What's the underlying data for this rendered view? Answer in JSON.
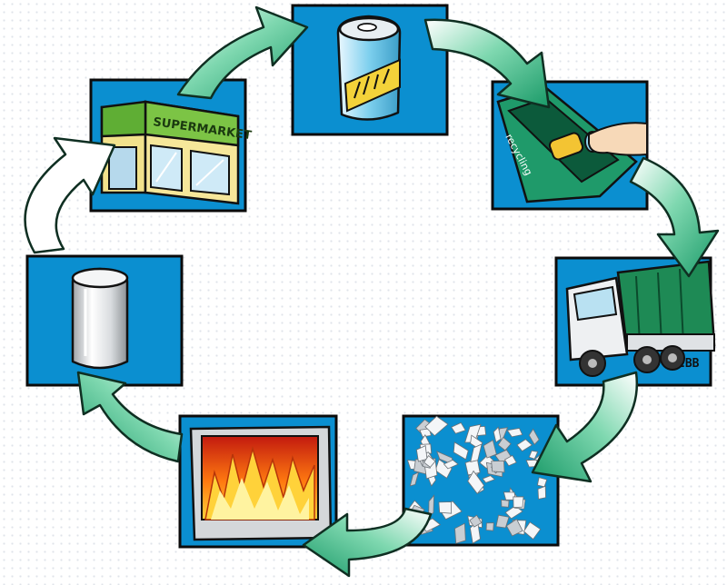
{
  "colors": {
    "panel_blue": "#0b8fd0",
    "arrow_green": "#2fb07a",
    "arrow_white": "#ffffff",
    "bin_green": "#1f9a6a",
    "truck_green": "#1e8a55"
  },
  "labels": {
    "supermarket_sign": "SUPERMARKET",
    "recycling_bin": "recycling",
    "truck_badge": "IBB"
  },
  "stages": [
    {
      "id": "supermarket",
      "icon": "supermarket-icon"
    },
    {
      "id": "filled-can",
      "icon": "soda-can-icon"
    },
    {
      "id": "recycling-bin",
      "icon": "recycling-bin-icon"
    },
    {
      "id": "collection-truck",
      "icon": "garbage-truck-icon"
    },
    {
      "id": "shredded-aluminium",
      "icon": "shredded-flakes-icon"
    },
    {
      "id": "furnace",
      "icon": "furnace-fire-icon"
    },
    {
      "id": "new-can",
      "icon": "blank-can-icon"
    }
  ]
}
